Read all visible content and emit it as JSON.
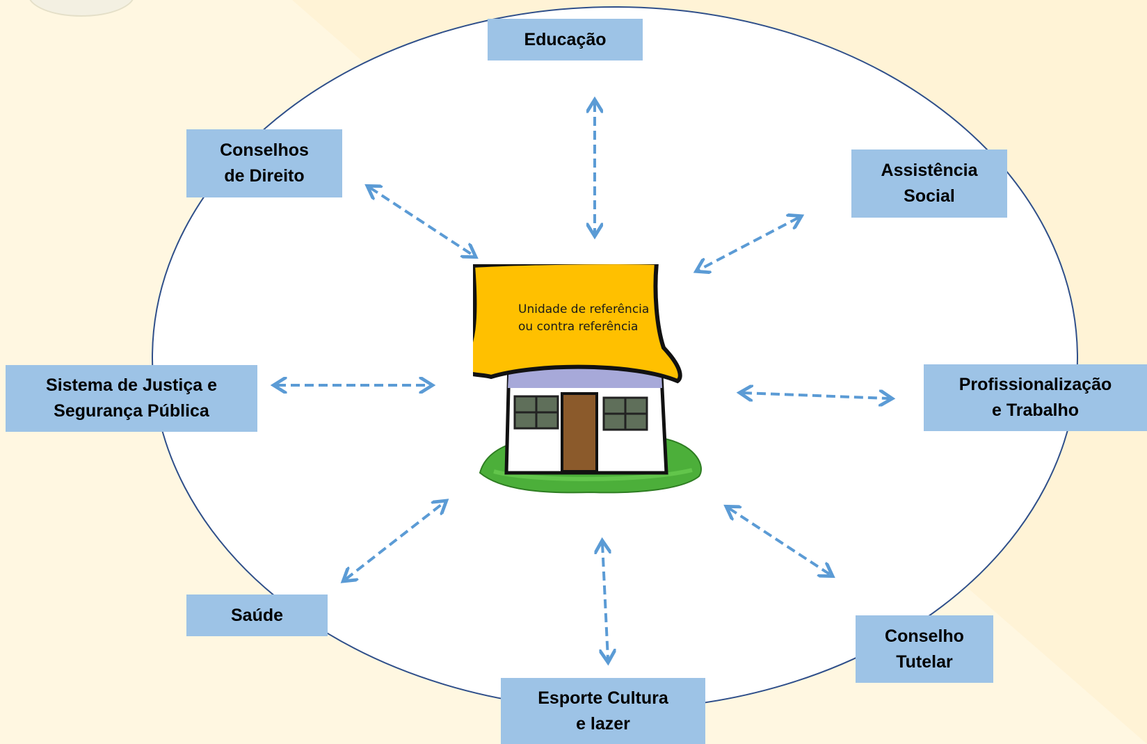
{
  "center": {
    "label_line1": "Unidade de referência",
    "label_line2": "ou contra referência"
  },
  "nodes": [
    {
      "id": "educacao",
      "lines": [
        "Educação"
      ]
    },
    {
      "id": "conselhos-direito",
      "lines": [
        "Conselhos",
        "de Direito"
      ]
    },
    {
      "id": "assistencia-social",
      "lines": [
        "Assistência",
        "Social"
      ]
    },
    {
      "id": "justica-seguranca",
      "lines": [
        "Sistema de Justiça e",
        "Segurança Pública"
      ]
    },
    {
      "id": "profissionalizacao",
      "lines": [
        "Profissionalização",
        "e Trabalho"
      ]
    },
    {
      "id": "saude",
      "lines": [
        "Saúde"
      ]
    },
    {
      "id": "conselho-tutelar",
      "lines": [
        "Conselho",
        "Tutelar"
      ]
    },
    {
      "id": "esporte-cultura",
      "lines": [
        "Esporte Cultura",
        "e lazer"
      ]
    }
  ],
  "colors": {
    "node_fill": "#9dc3e6",
    "arrow": "#5b9bd5",
    "ellipse_stroke": "#2f4f8a",
    "roof": "#ffc000",
    "wall": "#a7a9d9",
    "door": "#8b5a2b",
    "grass": "#4caf3a"
  },
  "connections": [
    "educacao",
    "assistencia-social",
    "profissionalizacao",
    "conselho-tutelar",
    "esporte-cultura",
    "saude",
    "justica-seguranca",
    "conselhos-direito"
  ],
  "icons": [
    "house-icon",
    "logo-icon"
  ]
}
